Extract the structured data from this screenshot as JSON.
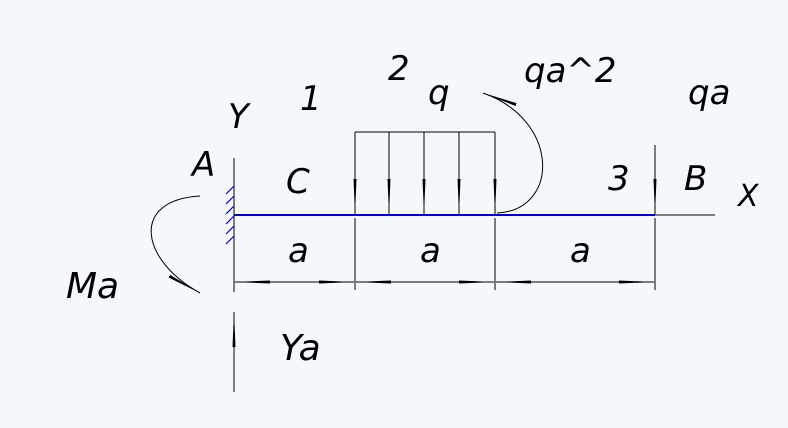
{
  "colors": {
    "background": "#f4f7fb",
    "beam": "#0000cc",
    "support_hatch": "#0000cc",
    "lines": "#000000"
  },
  "labels": {
    "Y": "Y",
    "X": "X",
    "A": "A",
    "B": "B",
    "C": "C",
    "n1": "1",
    "n2": "2",
    "n3": "3",
    "q": "q",
    "qa2": "qa^2",
    "qa": "qa",
    "Ma": "Ma",
    "Ya": "Ya",
    "seg1": "a",
    "seg2": "a",
    "seg3": "a"
  }
}
